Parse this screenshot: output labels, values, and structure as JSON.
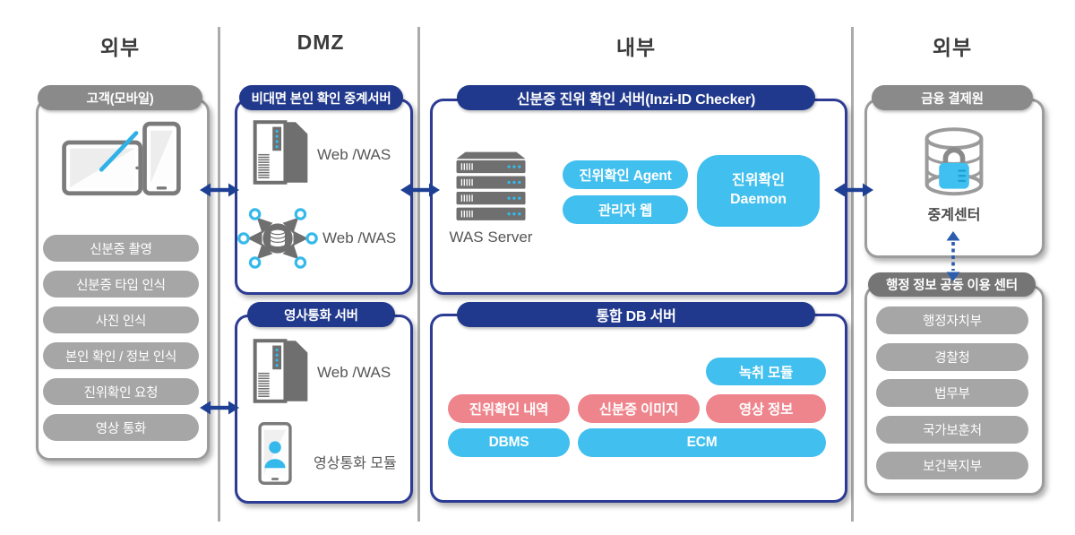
{
  "zones": [
    {
      "label": "외부"
    },
    {
      "label": "DMZ"
    },
    {
      "label": "내부"
    },
    {
      "label": "외부"
    }
  ],
  "panels": {
    "customer": {
      "title": "고객(모바일)",
      "buttons": [
        "신분증 촬영",
        "신분증 타입 인식",
        "사진 인식",
        "본인 확인 / 정보 인식",
        "진위확인 요청",
        "영상 통화"
      ]
    },
    "relay": {
      "title": "비대면 본인 확인 중계서버",
      "web_was_top": "Web /WAS",
      "web_was_bottom": "Web /WAS"
    },
    "video": {
      "title": "영사통화 서버",
      "web_was": "Web /WAS",
      "module_label": "영상통화 모듈"
    },
    "checker": {
      "title": "신분증 진위 확인 서버(Inzi-ID Checker)",
      "was_server_label": "WAS Server",
      "agent": "진위확인 Agent",
      "admin_web": "관리자 웹",
      "daemon_line1": "진위확인",
      "daemon_line2": "Daemon"
    },
    "db": {
      "title": "통합 DB 서버",
      "record_module": "녹취 모듈",
      "verify_history": "진위확인 내역",
      "id_image": "신분증 이미지",
      "video_info": "영상 정보",
      "dbms": "DBMS",
      "ecm": "ECM"
    },
    "kftc": {
      "title": "금융 결제원",
      "center_label": "중계센터"
    },
    "gov": {
      "title": "행정 정보 공동 이용 센터",
      "buttons": [
        "행정자치부",
        "경찰청",
        "법무부",
        "국가보훈처",
        "보건복지부"
      ]
    }
  },
  "colors": {
    "navy_header": "#21398c",
    "navy_border": "#2c3b94",
    "cyan": "#41bfee",
    "pink": "#ee858c",
    "gray_button": "#a6a6a6",
    "gray_header": "#8a8a8a",
    "dark_gray_header": "#757575",
    "arrow_blue": "#1e4094",
    "dashed_arrow_blue": "#2b5cad",
    "divider_gray": "#ababab",
    "icon_gray": "#6f6f6f",
    "accent_cyan_icon": "#35b9ea"
  }
}
